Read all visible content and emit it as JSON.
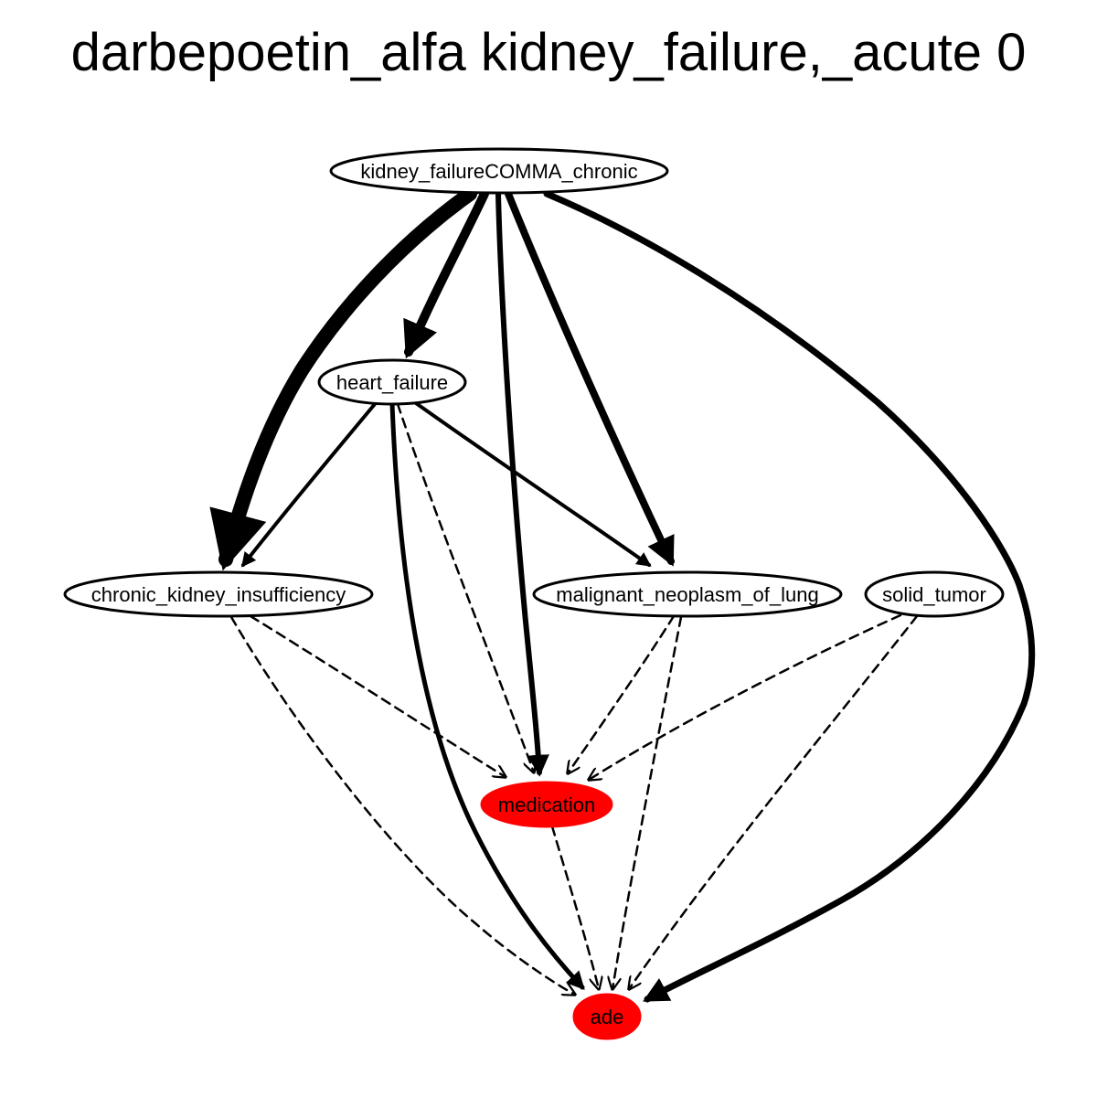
{
  "title": "darbepoetin_alfa kidney_failure,_acute 0",
  "nodes": [
    {
      "id": "kidney_failure_chronic",
      "label": "kidney_failureCOMMA_chronic",
      "fill": "#ffffff"
    },
    {
      "id": "heart_failure",
      "label": "heart_failure",
      "fill": "#ffffff"
    },
    {
      "id": "chronic_kidney_insufficiency",
      "label": "chronic_kidney_insufficiency",
      "fill": "#ffffff"
    },
    {
      "id": "malignant_neoplasm_of_lung",
      "label": "malignant_neoplasm_of_lung",
      "fill": "#ffffff"
    },
    {
      "id": "solid_tumor",
      "label": "solid_tumor",
      "fill": "#ffffff"
    },
    {
      "id": "medication",
      "label": "medication",
      "fill": "#ff0000"
    },
    {
      "id": "ade",
      "label": "ade",
      "fill": "#ff0000"
    }
  ],
  "edges": [
    {
      "from": "kidney_failure_chronic",
      "to": "chronic_kidney_insufficiency",
      "style": "solid"
    },
    {
      "from": "kidney_failure_chronic",
      "to": "heart_failure",
      "style": "solid"
    },
    {
      "from": "kidney_failure_chronic",
      "to": "medication",
      "style": "solid"
    },
    {
      "from": "kidney_failure_chronic",
      "to": "malignant_neoplasm_of_lung",
      "style": "solid"
    },
    {
      "from": "kidney_failure_chronic",
      "to": "ade",
      "style": "solid"
    },
    {
      "from": "heart_failure",
      "to": "chronic_kidney_insufficiency",
      "style": "solid"
    },
    {
      "from": "heart_failure",
      "to": "ade",
      "style": "solid"
    },
    {
      "from": "heart_failure",
      "to": "medication",
      "style": "dashed"
    },
    {
      "from": "heart_failure",
      "to": "malignant_neoplasm_of_lung",
      "style": "solid"
    },
    {
      "from": "chronic_kidney_insufficiency",
      "to": "medication",
      "style": "dashed"
    },
    {
      "from": "chronic_kidney_insufficiency",
      "to": "ade",
      "style": "dashed"
    },
    {
      "from": "malignant_neoplasm_of_lung",
      "to": "medication",
      "style": "dashed"
    },
    {
      "from": "malignant_neoplasm_of_lung",
      "to": "ade",
      "style": "dashed"
    },
    {
      "from": "solid_tumor",
      "to": "medication",
      "style": "dashed"
    },
    {
      "from": "solid_tumor",
      "to": "ade",
      "style": "dashed"
    },
    {
      "from": "medication",
      "to": "ade",
      "style": "dashed"
    }
  ]
}
